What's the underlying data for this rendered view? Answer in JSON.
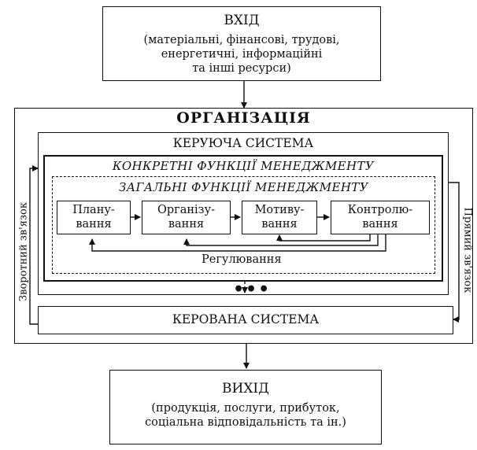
{
  "input": {
    "title": "ВХІД",
    "lines": [
      "(матеріальні, фінансові, трудові,",
      "енергетичні, інформаційні",
      "та інші ресурси)"
    ]
  },
  "organization": {
    "title": "ОРГАНІЗАЦІЯ"
  },
  "managing_system": {
    "title": "КЕРУЮЧА СИСТЕМА",
    "specific_functions": "КОНКРЕТНІ ФУНКЦІЇ МЕНЕДЖМЕНТУ",
    "general_functions": "ЗАГАЛЬНІ ФУНКЦІЇ МЕНЕДЖМЕНТУ",
    "steps": [
      {
        "line1": "Плану-",
        "line2": "вання"
      },
      {
        "line1": "Організу-",
        "line2": "вання"
      },
      {
        "line1": "Мотиву-",
        "line2": "вання"
      },
      {
        "line1": "Контролю-",
        "line2": "вання"
      }
    ],
    "regulation": "Регулювання"
  },
  "managed_system": {
    "title": "КЕРОВАНА СИСТЕМА"
  },
  "output": {
    "title": "ВИХІД",
    "lines": [
      "(продукція, послуги, прибуток,",
      "соціальна відповідальність та ін.)"
    ]
  },
  "side_labels": {
    "feedback": "Зворотний зв'язок",
    "direct": "Прямий зв'язок"
  },
  "ellipsis": "•••"
}
